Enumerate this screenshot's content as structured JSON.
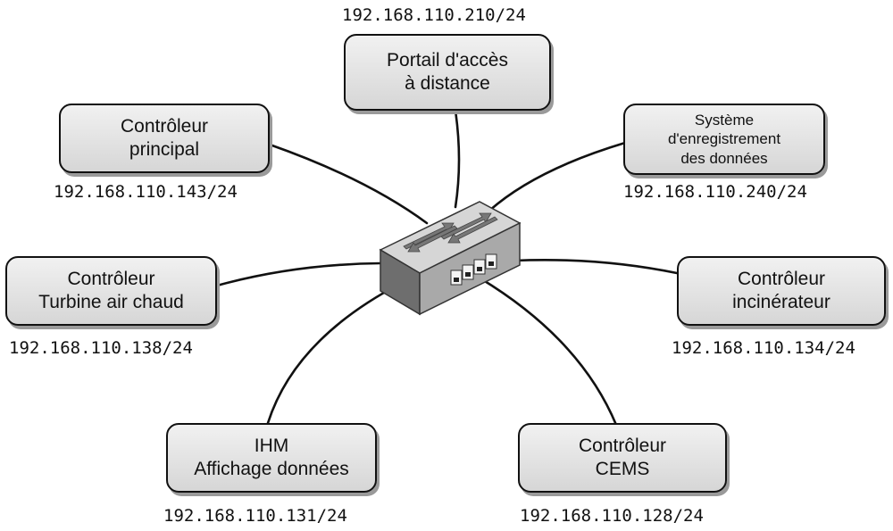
{
  "nodes": [
    {
      "id": "remote-access-portal",
      "lines": [
        "Portail d'accès",
        "à distance"
      ],
      "ip": "192.168.110.210/24"
    },
    {
      "id": "main-controller",
      "lines": [
        "Contrôleur",
        "principal"
      ],
      "ip": "192.168.110.143/24"
    },
    {
      "id": "data-logging-system",
      "lines": [
        "Système",
        "d'enregistrement",
        "des données"
      ],
      "ip": "192.168.110.240/24"
    },
    {
      "id": "hot-air-turbine-controller",
      "lines": [
        "Contrôleur",
        "Turbine air chaud"
      ],
      "ip": "192.168.110.138/24"
    },
    {
      "id": "incinerator-controller",
      "lines": [
        "Contrôleur",
        "incinérateur"
      ],
      "ip": "192.168.110.134/24"
    },
    {
      "id": "hmi-data-display",
      "lines": [
        "IHM",
        "Affichage données"
      ],
      "ip": "192.168.110.131/24"
    },
    {
      "id": "cems-controller",
      "lines": [
        "Contrôleur",
        "CEMS"
      ],
      "ip": "192.168.110.128/24"
    }
  ]
}
